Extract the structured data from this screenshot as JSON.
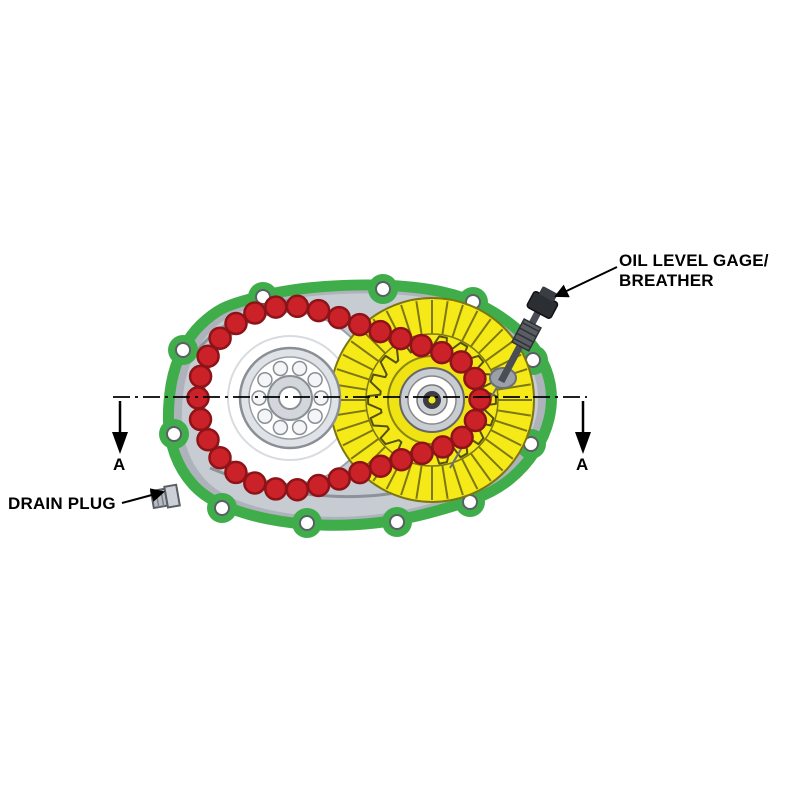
{
  "diagram": {
    "labels": {
      "oil_level_line1": "OIL LEVEL GAGE/",
      "oil_level_line2": "BREATHER",
      "drain_plug": "DRAIN PLUG",
      "section_left": "A",
      "section_right": "A"
    },
    "colors": {
      "gasket_green": "#3fae4a",
      "chain_red": "#cb2128",
      "chain_red_dark": "#8c1418",
      "gear_yellow": "#f6e918",
      "gear_yellow_dark": "#8a850f",
      "gear_line": "#7c7712",
      "housing_gray": "#aeb3bb",
      "housing_light": "#c7cbd2",
      "metal_mid": "#9aa0a8",
      "line_black": "#000000"
    }
  }
}
